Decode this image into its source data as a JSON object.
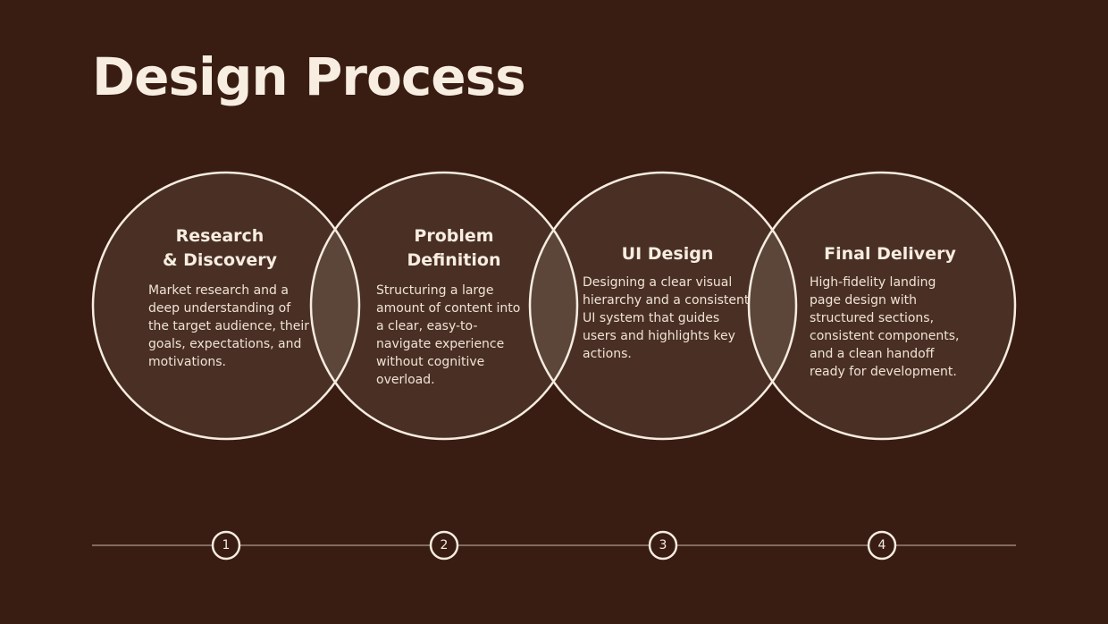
{
  "page": {
    "title": "Design Process"
  },
  "colors": {
    "background": "#391c12",
    "circle_fill": "#4a2f25",
    "overlap_fill": "#5c4539",
    "stroke": "#f6ece0"
  },
  "steps": [
    {
      "number": "1",
      "title_line1": "Research",
      "title_line2": "& Discovery",
      "description": "Market research and a deep understanding of the target audience, their goals, expectations, and motivations."
    },
    {
      "number": "2",
      "title_line1": "Problem",
      "title_line2": "Definition",
      "description": "Structuring a large amount of content into a clear, easy-to-navigate experience without cognitive overload."
    },
    {
      "number": "3",
      "title_line1": "UI Design",
      "title_line2": "",
      "description": "Designing a clear visual hierarchy and a consistent UI system that guides users and highlights key actions."
    },
    {
      "number": "4",
      "title_line1": "Final Delivery",
      "title_line2": "",
      "description": "High-fidelity landing page design with structured sections, consistent components, and a clean handoff ready for development."
    }
  ]
}
